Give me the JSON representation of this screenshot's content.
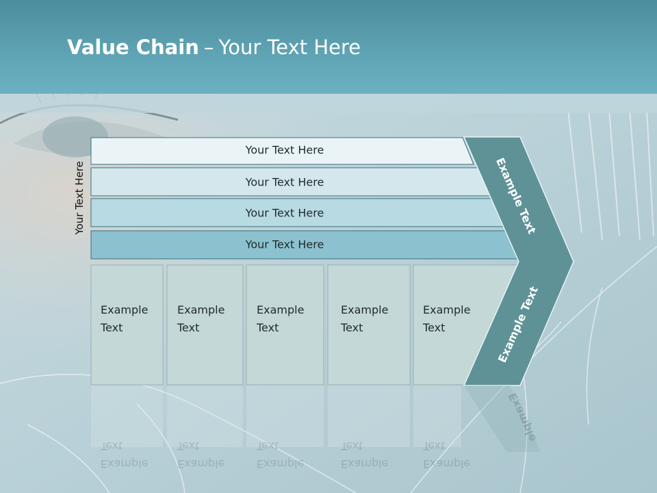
{
  "slide": {
    "title_bold": "Value Chain",
    "title_sep": "–",
    "title_rest": "Your Text Here",
    "vertical_label": "Your Text Here"
  },
  "rows": [
    {
      "label": "Your Text Here",
      "fill": "#eaf4f7"
    },
    {
      "label": "Your Text Here",
      "fill": "#d3e7ed"
    },
    {
      "label": "Your Text Here",
      "fill": "#b7dae3"
    },
    {
      "label": "Your Text Here",
      "fill": "#8cc2cf"
    }
  ],
  "boxes": [
    {
      "line1": "Example",
      "line2": "Text"
    },
    {
      "line1": "Example",
      "line2": "Text"
    },
    {
      "line1": "Example",
      "line2": "Text"
    },
    {
      "line1": "Example",
      "line2": "Text"
    },
    {
      "line1": "Example",
      "line2": "Text"
    }
  ],
  "chevron": {
    "upper_label": "Example Text",
    "lower_label": "Example Text",
    "fill": "#5e9297"
  },
  "reflection": {
    "chevron_text": "Example"
  },
  "colors": {
    "title_bar": "#5ea3b3",
    "box_fill": "#c4d8d7",
    "row_stroke": "#3a6f7c"
  }
}
